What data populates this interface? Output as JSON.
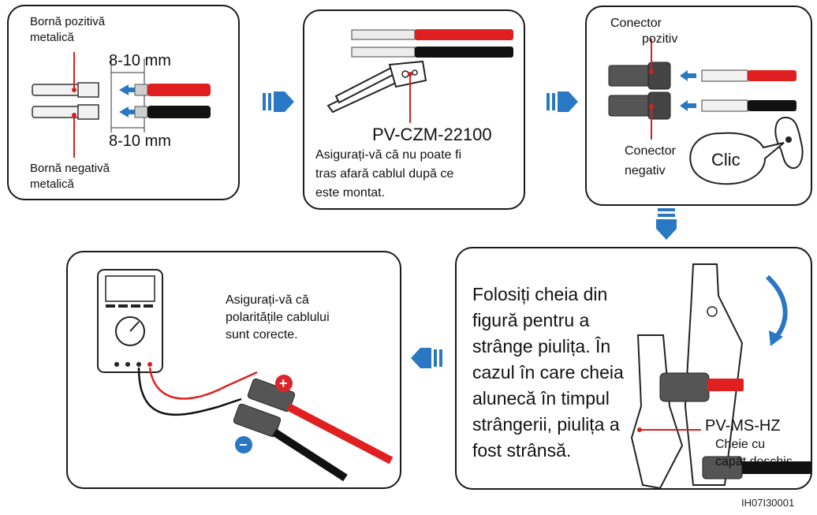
{
  "panel1": {
    "label_positive": "Bornă pozitivă\nmetalică",
    "dim_top": "8-10 mm",
    "dim_bottom": "8-10 mm",
    "label_negative": "Bornă negativă\nmetalică"
  },
  "panel2": {
    "tool_name": "PV-CZM-22100",
    "note_line1": "Asigurați-vă că nu poate fi",
    "note_line2": "tras afară cablul după ce",
    "note_line3": "este montat."
  },
  "panel3": {
    "connector_positive_1": "Conector",
    "connector_positive_2": "pozitiv",
    "connector_negative_1": "Conector",
    "connector_negative_2": "negativ",
    "click_label": "Clic"
  },
  "panel4": {
    "instruction": "Folosiți cheia din figură pentru a strânge piulița. În cazul în care cheia alunecă în timpul strângerii, piulița a fost strânsă.",
    "wrench_name": "PV-MS-HZ",
    "wrench_desc_1": "Cheie cu",
    "wrench_desc_2": "capăt deschis"
  },
  "panel5": {
    "note_line1": "Asigurați-vă că",
    "note_line2": "polaritățile cablului",
    "note_line3": "sunt corecte.",
    "plus_sign": "+",
    "minus_sign": "−"
  },
  "figure_id": "IH07I30001",
  "colors": {
    "red_cable": "#e02020",
    "black_cable": "#111111",
    "arrow_blue": "#2a78c4",
    "polarity_red": "#d9262b",
    "polarity_blue": "#2a78c4"
  }
}
